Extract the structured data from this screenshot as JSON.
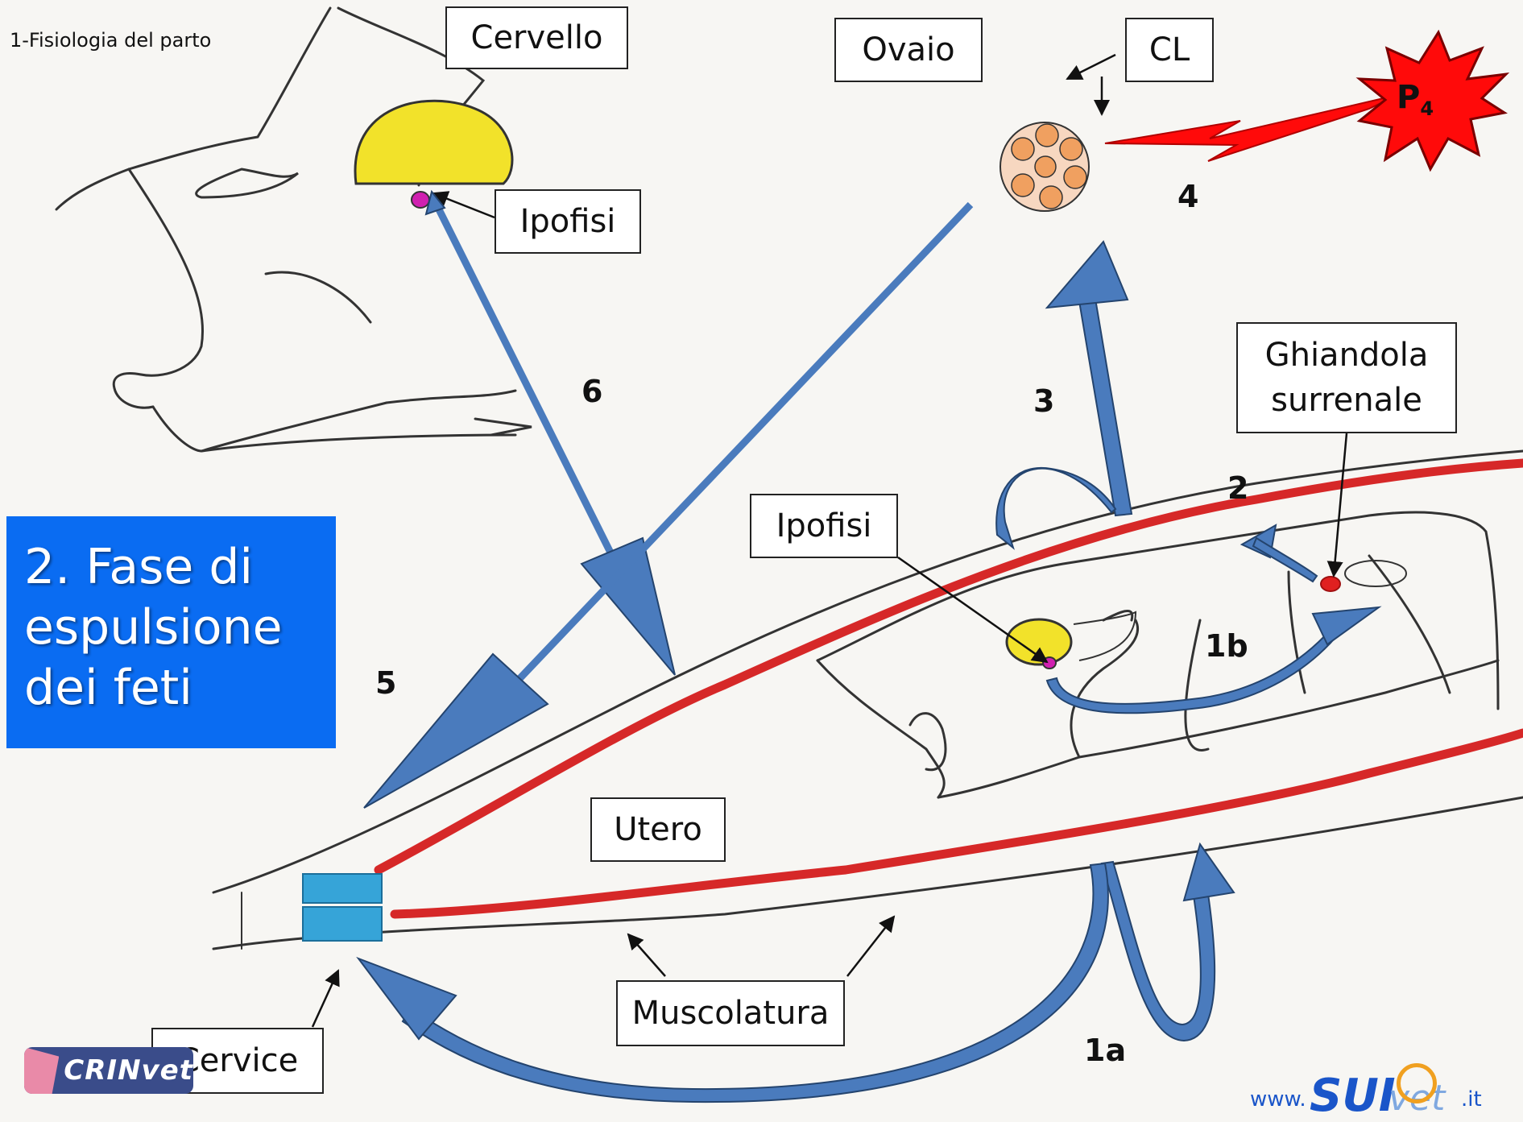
{
  "slide_caption": "1-Fisiologia del parto",
  "phase_title": {
    "line1": "2. Fase di",
    "line2": "espulsione",
    "line3": "dei feti"
  },
  "labels": {
    "cervello": "Cervello",
    "ovaio": "Ovaio",
    "cl": "CL",
    "ipofisi_top": "Ipofisi",
    "ghiandola_line1": "Ghiandola",
    "ghiandola_line2": "surrenale",
    "ipofisi_fetus": "Ipofisi",
    "utero": "Utero",
    "muscolatura": "Muscolatura",
    "cervice": "Cervice"
  },
  "hormone": {
    "symbol": "P",
    "subscript": "4"
  },
  "steps": {
    "s1a": "1a",
    "s1b": "1b",
    "s2": "2",
    "s3": "3",
    "s4": "4",
    "s5": "5",
    "s6": "6"
  },
  "logos": {
    "crinvet": "CRINvet",
    "suivet_www": "www.",
    "suivet_sui": "SUI",
    "suivet_vet": "vet",
    "suivet_it": ".it"
  },
  "colors": {
    "background": "#f7f6f3",
    "arrow_blue": "#4a7bbd",
    "phase_box": "#0a6cf2",
    "muscle_red": "#d62828",
    "gland_yellow": "#f2e22a",
    "cervix_blue": "#36a4d8",
    "p4_red": "#ff0a0a",
    "corpus_luteum": "#f0a060",
    "pituitary": "#d020b0"
  }
}
